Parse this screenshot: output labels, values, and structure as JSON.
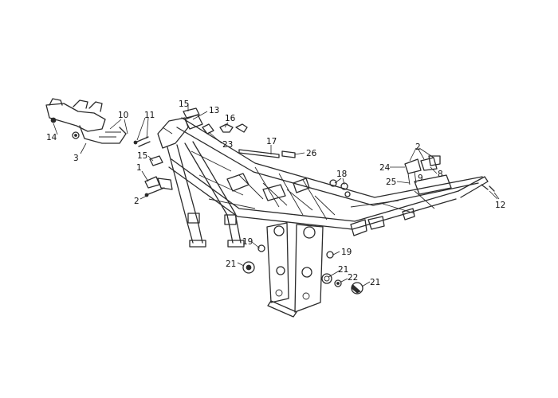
{
  "callouts": [
    {
      "id": "c14",
      "text": "14"
    },
    {
      "id": "c3",
      "text": "3"
    },
    {
      "id": "c10",
      "text": "10"
    },
    {
      "id": "c11",
      "text": "11"
    },
    {
      "id": "c1",
      "text": "1"
    },
    {
      "id": "c2a",
      "text": "2"
    },
    {
      "id": "c15a",
      "text": "15"
    },
    {
      "id": "c13",
      "text": "13"
    },
    {
      "id": "c16",
      "text": "16"
    },
    {
      "id": "c23",
      "text": "23"
    },
    {
      "id": "c15b",
      "text": "15"
    },
    {
      "id": "c17",
      "text": "17"
    },
    {
      "id": "c26",
      "text": "26"
    },
    {
      "id": "c18",
      "text": "18"
    },
    {
      "id": "c2b",
      "text": "2"
    },
    {
      "id": "c24",
      "text": "24"
    },
    {
      "id": "c25",
      "text": "25"
    },
    {
      "id": "c9",
      "text": "9"
    },
    {
      "id": "c8",
      "text": "8"
    },
    {
      "id": "c12",
      "text": "12"
    },
    {
      "id": "c19a",
      "text": "19"
    },
    {
      "id": "c19b",
      "text": "19"
    },
    {
      "id": "c21a",
      "text": "21"
    },
    {
      "id": "c21b",
      "text": "21"
    },
    {
      "id": "c22",
      "text": "22"
    },
    {
      "id": "c21c",
      "text": "21"
    }
  ]
}
